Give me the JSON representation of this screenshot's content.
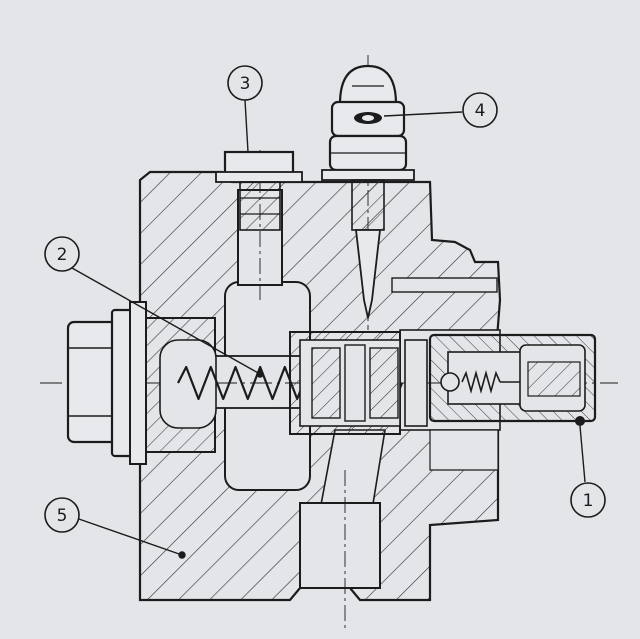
{
  "diagram": {
    "colors": {
      "paper": "#e4e5e9",
      "ink": "#1c1c1c",
      "hatch": "#3a3a3a",
      "body_fill": "#d9dade"
    },
    "callouts": [
      {
        "id": "1",
        "label": "1"
      },
      {
        "id": "2",
        "label": "2"
      },
      {
        "id": "3",
        "label": "3"
      },
      {
        "id": "4",
        "label": "4"
      },
      {
        "id": "5",
        "label": "5"
      }
    ]
  }
}
